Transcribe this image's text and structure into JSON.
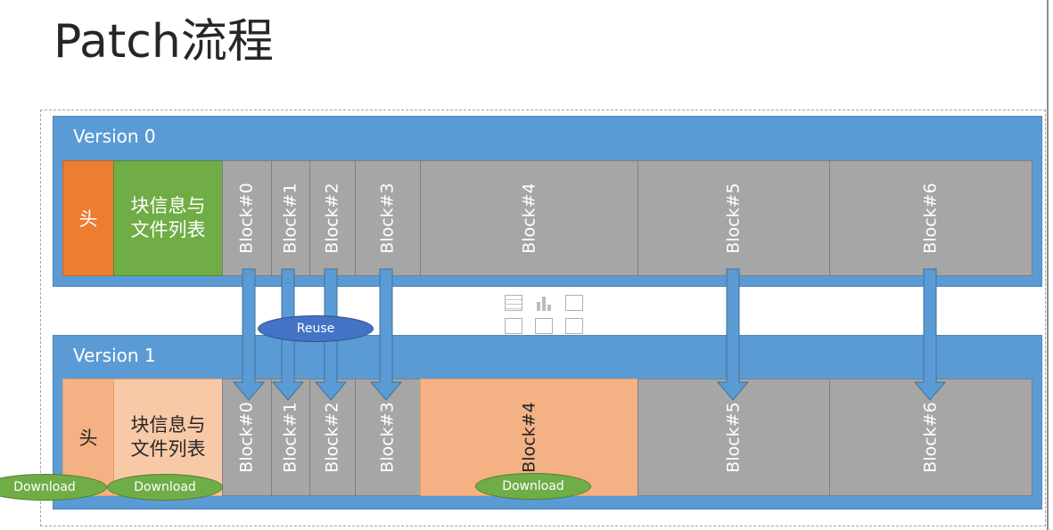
{
  "title": "Patch流程",
  "versions": [
    {
      "label": "Version 0",
      "header": "头",
      "info": [
        "块信息与",
        "文件列表"
      ],
      "blocks": [
        "Block#0",
        "Block#1",
        "Block#2",
        "Block#3",
        "Block#4",
        "Block#5",
        "Block#6"
      ]
    },
    {
      "label": "Version 1",
      "header": "头",
      "info": [
        "块信息与",
        "文件列表"
      ],
      "blocks": [
        "Block#0",
        "Block#1",
        "Block#2",
        "Block#3",
        "Block#4",
        "Block#5",
        "Block#6"
      ]
    }
  ],
  "reuse_label": "Reuse",
  "download_label": "Download",
  "colors": {
    "version_bg": "#5b9bd5",
    "header_v0": "#ed7d31",
    "info_v0": "#70ad47",
    "block_gray": "#a6a6a6",
    "download_fill": "#f4b183",
    "reuse": "#4472c4",
    "download_ellipse": "#70ad47"
  }
}
